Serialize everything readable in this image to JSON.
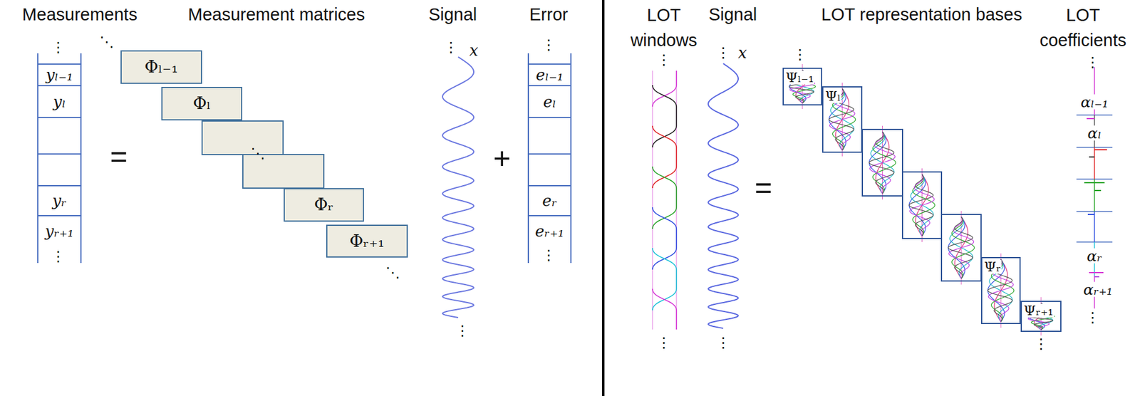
{
  "diagram": {
    "nodes": [
      {
        "text": [
          "yₗ₋₁"
        ]
      },
      {
        "text": [
          "yₗ"
        ]
      },
      {
        "text": [
          "yᵣ"
        ]
      },
      {
        "text": [
          "yᵣ₊₁"
        ]
      },
      {
        "text": [
          "Φₗ₋₁"
        ]
      },
      {
        "text": [
          "Φₗ"
        ]
      },
      {
        "text": [
          "Φᵣ"
        ]
      },
      {
        "text": [
          "Φᵣ₊₁"
        ]
      },
      {
        "text": [
          "eₗ₋₁"
        ]
      },
      {
        "text": [
          "eₗ"
        ]
      },
      {
        "text": [
          "eᵣ"
        ]
      },
      {
        "text": [
          "eᵣ₊₁"
        ]
      },
      {
        "text": [
          "Ψₗ₋₁"
        ]
      },
      {
        "text": [
          "Ψₗ"
        ]
      },
      {
        "text": [
          "Ψᵣ"
        ]
      },
      {
        "text": [
          "Ψᵣ₊₁"
        ]
      }
    ],
    "labels": [
      "Measurements",
      "Measurement matrices",
      "Signal",
      "Error",
      "LOT windows",
      "Signal",
      "LOT representation bases",
      "LOT coefficients",
      "⋮",
      "⋱",
      "⋮",
      "x",
      "⋮",
      "=",
      "⋱",
      "+",
      "⋮",
      "⋱",
      "⋮",
      "⋮",
      "⋮",
      "⋮",
      "⋮",
      "x",
      "=",
      "⋮",
      "⋮",
      "⋮",
      "⋮",
      "αₗ₋₁",
      "αₗ",
      "αᵣ",
      "αᵣ₊₁",
      "⋮"
    ]
  }
}
